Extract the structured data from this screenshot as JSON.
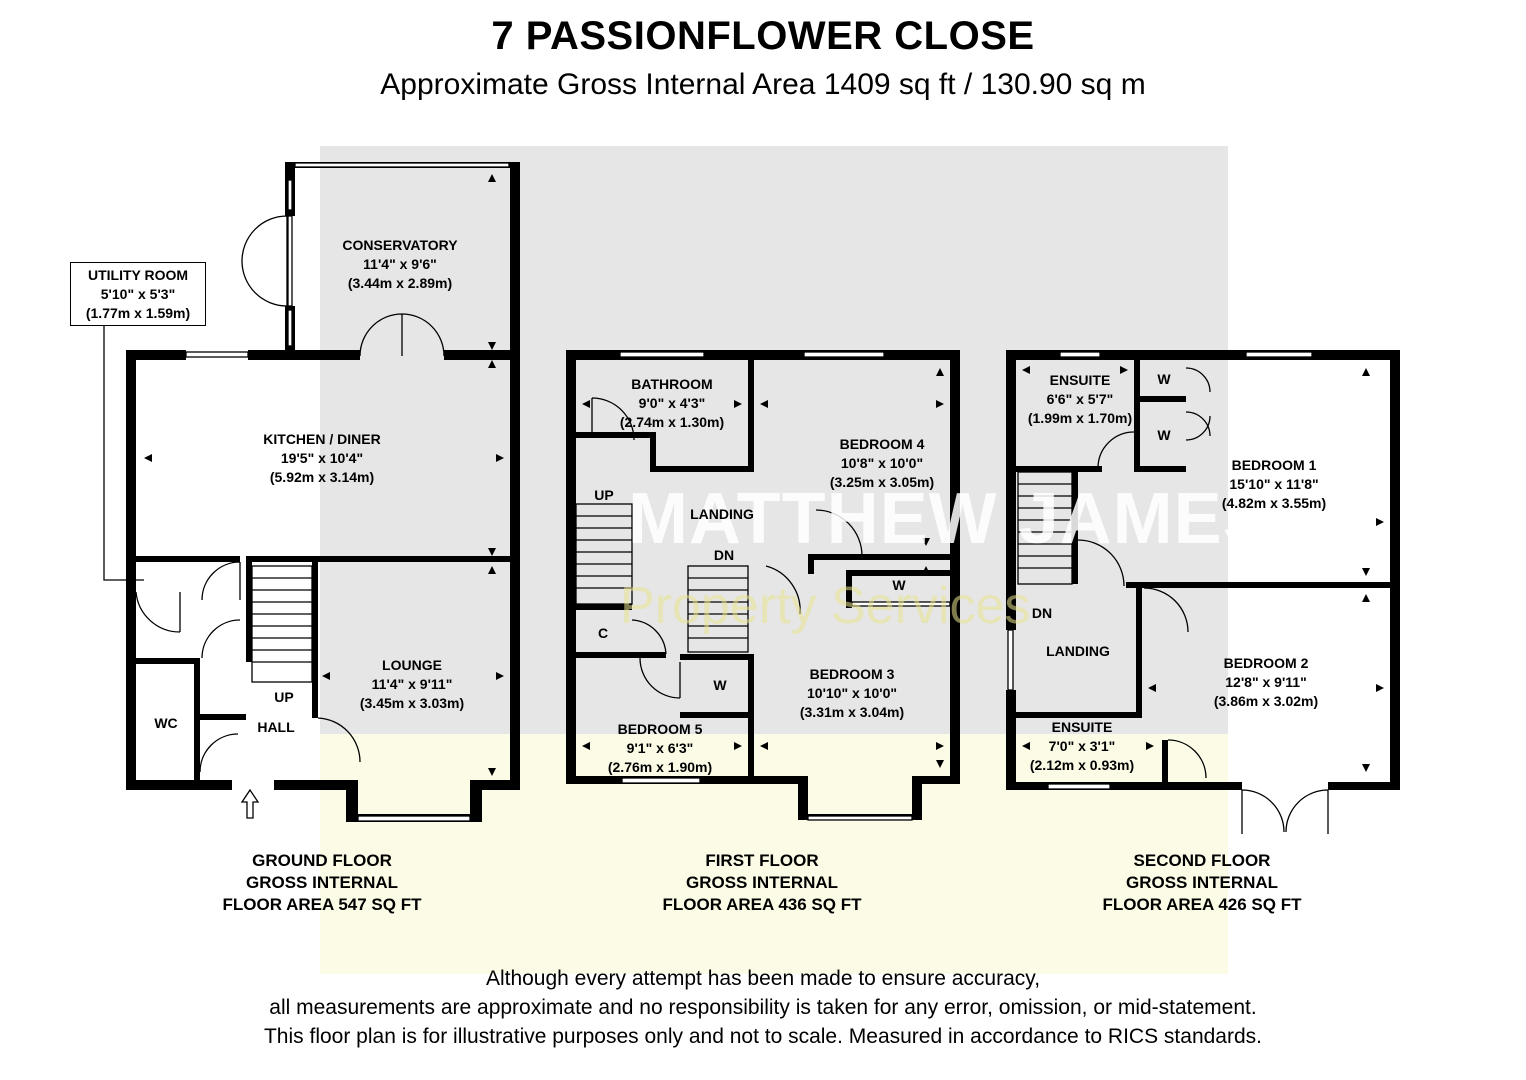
{
  "title": "7 PASSIONFLOWER CLOSE",
  "subtitle": "Approximate Gross Internal Area 1409 sq ft / 130.90 sq m",
  "watermark": {
    "line1": "MATTHEW JAMES",
    "line2": "Property Services"
  },
  "rooms": {
    "conservatory": [
      "CONSERVATORY",
      "11'4\" x 9'6\"",
      "(3.44m x 2.89m)"
    ],
    "utility": [
      "UTILITY ROOM",
      "5'10\" x 5'3\"",
      "(1.77m x 1.59m)"
    ],
    "kitchen": [
      "KITCHEN / DINER",
      "19'5\" x 10'4\"",
      "(5.92m x 3.14m)"
    ],
    "lounge": [
      "LOUNGE",
      "11'4\" x 9'11\"",
      "(3.45m x 3.03m)"
    ],
    "wc": "WC",
    "hall": "HALL",
    "up_ground": "UP",
    "bathroom": [
      "BATHROOM",
      "9'0\" x 4'3\"",
      "(2.74m x 1.30m)"
    ],
    "bedroom4": [
      "BEDROOM 4",
      "10'8\" x 10'0\"",
      "(3.25m x 3.05m)"
    ],
    "landing_first": "LANDING",
    "up_first": "UP",
    "dn_first": "DN",
    "cupboard": "C",
    "w_first_a": "W",
    "w_first_b": "W",
    "bedroom3": [
      "BEDROOM 3",
      "10'10\" x 10'0\"",
      "(3.31m x 3.04m)"
    ],
    "bedroom5": [
      "BEDROOM 5",
      "9'1\" x 6'3\"",
      "(2.76m x 1.90m)"
    ],
    "ensuite1": [
      "ENSUITE",
      "6'6\" x 5'7\"",
      "(1.99m x 1.70m)"
    ],
    "w_second_a": "W",
    "w_second_b": "W",
    "bedroom1": [
      "BEDROOM 1",
      "15'10\" x 11'8\"",
      "(4.82m x 3.55m)"
    ],
    "dn_second": "DN",
    "landing_second": "LANDING",
    "bedroom2": [
      "BEDROOM 2",
      "12'8\" x 9'11\"",
      "(3.86m x 3.02m)"
    ],
    "ensuite2": [
      "ENSUITE",
      "7'0\" x 3'1\"",
      "(2.12m x 0.93m)"
    ]
  },
  "floors": {
    "ground": [
      "GROUND FLOOR",
      "GROSS INTERNAL",
      "FLOOR AREA 547 SQ FT"
    ],
    "first": [
      "FIRST FLOOR",
      "GROSS INTERNAL",
      "FLOOR AREA 436 SQ FT"
    ],
    "second": [
      "SECOND FLOOR",
      "GROSS INTERNAL",
      "FLOOR AREA 426 SQ FT"
    ]
  },
  "disclaimer": [
    "Although every attempt has been made to ensure accuracy,",
    "all measurements are approximate and no responsibility is taken for any error, omission, or mid-statement.",
    "This floor plan is for illustrative purposes only and not to scale. Measured in accordance to RICS standards."
  ],
  "colors": {
    "wall": "#000000",
    "backdrop_grey": "#e6e6e6",
    "backdrop_yellow": "#fbfbe6"
  }
}
